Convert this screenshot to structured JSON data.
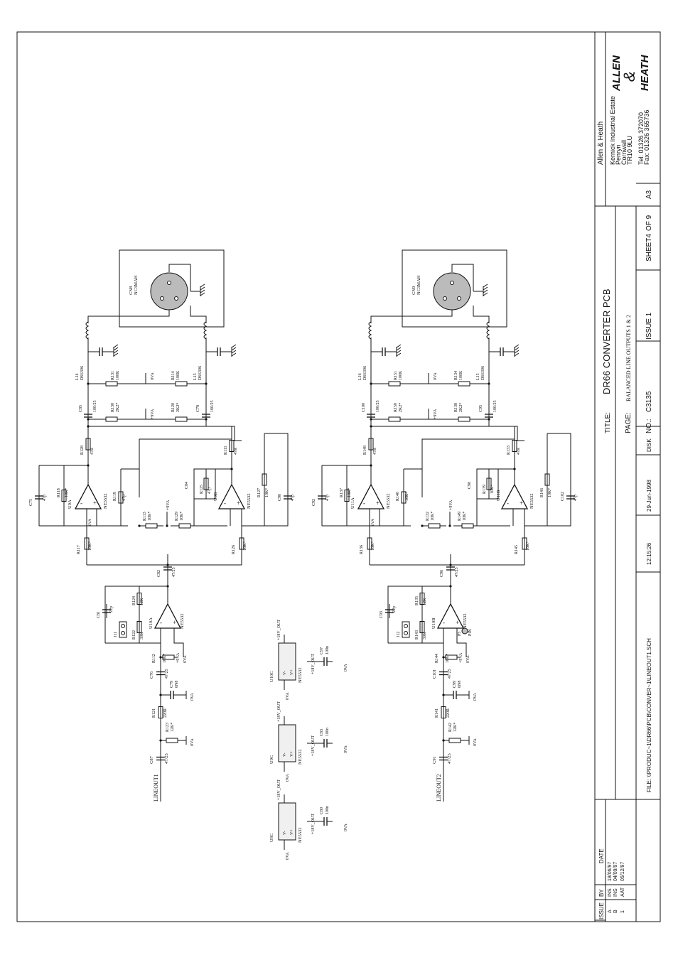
{
  "title_block": {
    "title_label": "TITLE:",
    "title": "DR66 CONVERTER PCB",
    "page_label": "PAGE:",
    "page": "BALANCED LINE OUTPUTS 1 & 2",
    "no_label": "NO.:",
    "no": "C3135",
    "issue": "ISSUE 1",
    "sheet": "SHEET4",
    "of": "OF 9",
    "size": "A3",
    "file": "FILE: \\\\PRODUC~1\\DR66\\PCB\\CONVER~1\\LINEOUT1.SCH",
    "time": "12:15:26",
    "date": "29-Jun-1998",
    "disk": "DISK"
  },
  "company": {
    "name": "Allen & Heath",
    "address": [
      "Kernick Industrial Estate",
      "Penryn",
      "Cornwall",
      "TR10 9LU"
    ],
    "tel": "Tel: 01326 372070",
    "fax": "Fax: 01326 365736",
    "logo_lines": [
      "ALLEN",
      "&",
      "HEATH"
    ]
  },
  "revisions": {
    "headers": [
      "ISSUE",
      "BY",
      "DATE"
    ],
    "rows": [
      [
        "A",
        "INS",
        "18/06/97"
      ],
      [
        "B",
        "INS",
        "04/09/97"
      ],
      [
        "1",
        "AAT",
        "05/12/97"
      ]
    ]
  },
  "ch1": {
    "input": "LINEOUT1",
    "c87": "C87",
    "c87v": "47/25",
    "r123": "R123",
    "r123v": "12K*",
    "r121": "R121",
    "r121v": "220R",
    "c79": "C79",
    "c79v": "6N8",
    "c76": "C76",
    "c76v": "47/25",
    "r112": "R112",
    "r112v": "10K*",
    "r122": "R122",
    "r122v": "39K",
    "j11": "J11",
    "c81": "C81",
    "c81v": "22p",
    "r124": "R124",
    "r124v": "12K",
    "u10": "U10A",
    "u10t": "NE5532",
    "c82": "C82",
    "c82v": "47/25",
    "r117": "R117",
    "r117v": "10K*",
    "r126": "R126",
    "r126v": "10K*",
    "c75": "C75",
    "c75v": "47p",
    "r118": "R118",
    "r118v": "10K*",
    "u9a": "U9A",
    "u9at": "NE5532",
    "r119": "R119",
    "r119v": "47p",
    "r113": "R113",
    "r113v": "10K*",
    "r129": "R129",
    "r129v": "10K*",
    "c84": "C84",
    "r125": "R125",
    "r125v": "47p",
    "u9b": "U9B",
    "u9bt": "NE5532",
    "r127": "R127",
    "r127v": "10K*",
    "c90": "C90",
    "c90v": "47p",
    "r128": "R128",
    "r128v": "47R",
    "r111": "R111",
    "r111v": "47R",
    "c85": "C85",
    "c85v": "100/25",
    "c78": "C78",
    "c78v": "100/25",
    "r130": "R130",
    "r130v": "2K2*",
    "r120": "R120",
    "r120v": "2K2*",
    "r131": "R131",
    "r131v": "100K",
    "r114": "R114",
    "r114v": "100K",
    "l14": "L14",
    "l14t": "DSS306",
    "l13": "L13",
    "l13t": "DSS306",
    "cn": "CN8",
    "cnt": "NC3MAH"
  },
  "ch2": {
    "input": "LINEOUT2",
    "c87": "C91",
    "c87v": "47/25",
    "r123": "R142",
    "r123v": "12K*",
    "r121": "R141",
    "r121v": "220R",
    "c79": "C99",
    "c79v": "6N8",
    "c76": "C101",
    "c76v": "47/25",
    "r112": "R144",
    "r112v": "10K*",
    "r122": "R143",
    "r122v": "39K",
    "j11": "J12",
    "c81": "C93",
    "c81v": "22p",
    "r124": "R135",
    "r124v": "12K",
    "u10": "U10B",
    "u10t": "NE5532",
    "c82": "C96",
    "c82v": "47/25",
    "r117": "R136",
    "r117v": "10K*",
    "r126": "R145",
    "r126v": "10K*",
    "c75": "C92",
    "c75v": "47p",
    "r118": "R137",
    "r118v": "10K*",
    "u9a": "U11A",
    "u9at": "NE5532",
    "r119": "R140",
    "r119v": "10K*",
    "r113": "R132",
    "r113v": "10K*",
    "r129": "R149",
    "r129v": "10K*",
    "c84": "C98",
    "r125": "R139",
    "r125v": "10K*",
    "u9b": "U11B",
    "u9bt": "NE5532",
    "r127": "R146",
    "r127v": "10K*",
    "c90": "C102",
    "c90v": "47p",
    "r128": "R148",
    "r128v": "47R",
    "r111": "R133",
    "r111v": "47R",
    "c85": "C100",
    "c85v": "100/25",
    "c78": "C95",
    "c78v": "100/25",
    "r130": "R150",
    "r130v": "2K2*",
    "r120": "R138",
    "r120v": "2K2*",
    "r131": "R151",
    "r131v": "100K",
    "r114": "R134",
    "r114v": "100K",
    "l14": "L16",
    "l14t": "DSS306",
    "l13": "L15",
    "l13t": "DSS306",
    "cn": "CN9",
    "cnt": "NC3MAH",
    "p5": "P5",
    "p5t": "PIN",
    "c94": "C94",
    "c94v": "47p"
  },
  "power": [
    {
      "ref": "U10C",
      "type": "NE5532",
      "cap": "C97",
      "capv": "100n"
    },
    {
      "ref": "U9C",
      "type": "NE5532",
      "cap": "C83",
      "capv": "100n"
    },
    {
      "ref": "U8C",
      "type": "NE5532",
      "cap": "C80",
      "capv": "100n"
    }
  ],
  "nets": {
    "p18": "+18V_OUT",
    "m18": "-18V_OUT",
    "ov": "0VA",
    "p9": "+9VA",
    "vm": "V-",
    "vp": "V+"
  }
}
